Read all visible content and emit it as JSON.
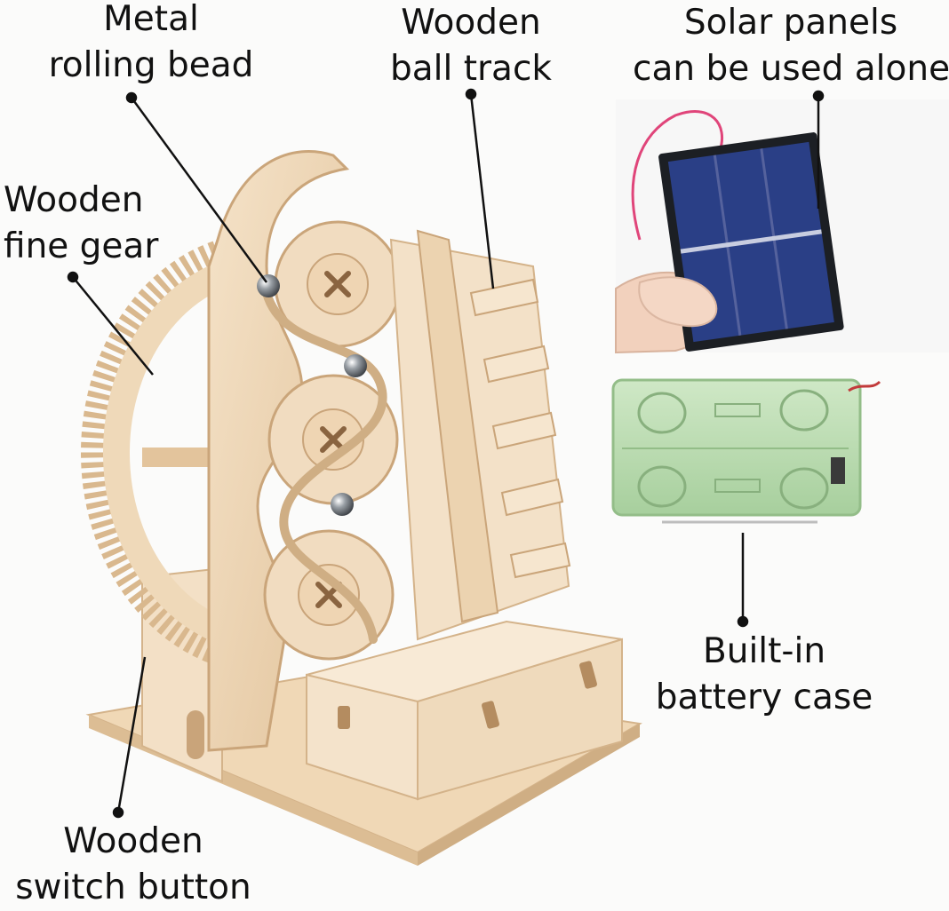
{
  "labels": {
    "metal_rolling_bead": {
      "line1": "Metal",
      "line2": "rolling bead"
    },
    "wooden_ball_track": {
      "line1": "Wooden",
      "line2": "ball track"
    },
    "solar_panels": {
      "line1": "Solar panels",
      "line2": "can be used alone"
    },
    "wooden_fine_gear": {
      "line1": "Wooden",
      "line2": "fine gear"
    },
    "built_in_battery_case": {
      "line1": "Built-in",
      "line2": "battery case"
    },
    "wooden_switch_button": {
      "line1": "Wooden",
      "line2": "switch button"
    }
  },
  "colors": {
    "background": "#fbfbfa",
    "wood_light": "#f1dcc0",
    "wood_mid": "#e6c9a3",
    "wood_dark": "#c9a47a",
    "solar_cell": "#2a3f86",
    "battery_case": "#b9dcb0",
    "leader_line": "#111111"
  }
}
